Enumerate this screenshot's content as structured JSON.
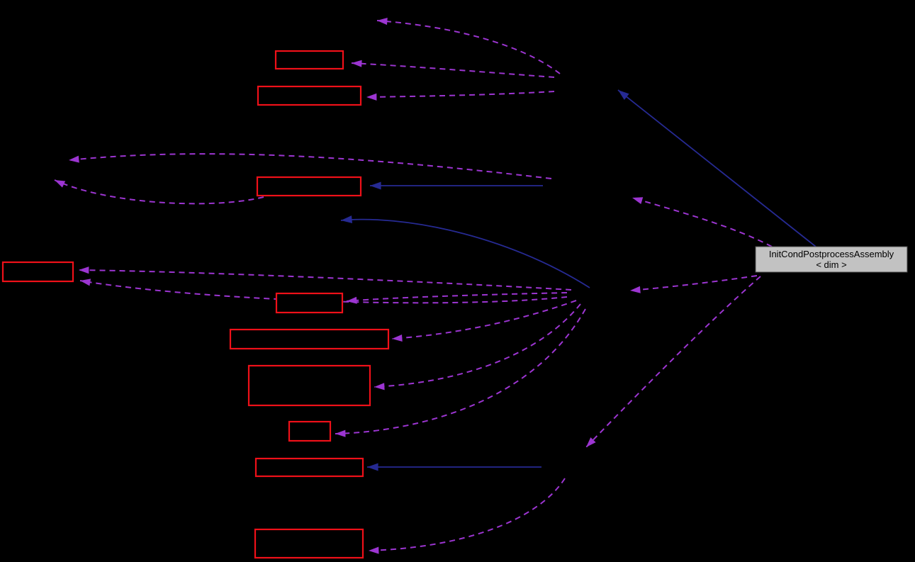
{
  "diagram": {
    "kind": "doxygen-collaboration-graph",
    "background_color": "#000000"
  },
  "main_node": {
    "label_line1": "InitCondPostprocessAssembly",
    "label_line2": "< dim >",
    "fill": "#c2c2c2",
    "border_color": "#4a4a4a",
    "text_color": "#000000"
  },
  "edge_styles": {
    "usage_edge_color": "#9c35d1",
    "usage_edge_dash": "8 6",
    "inheritance_edge_color": "#262a93"
  },
  "truncated_nodes": {
    "border_color": "#ef1019",
    "fill": "#000000",
    "count": 10
  }
}
